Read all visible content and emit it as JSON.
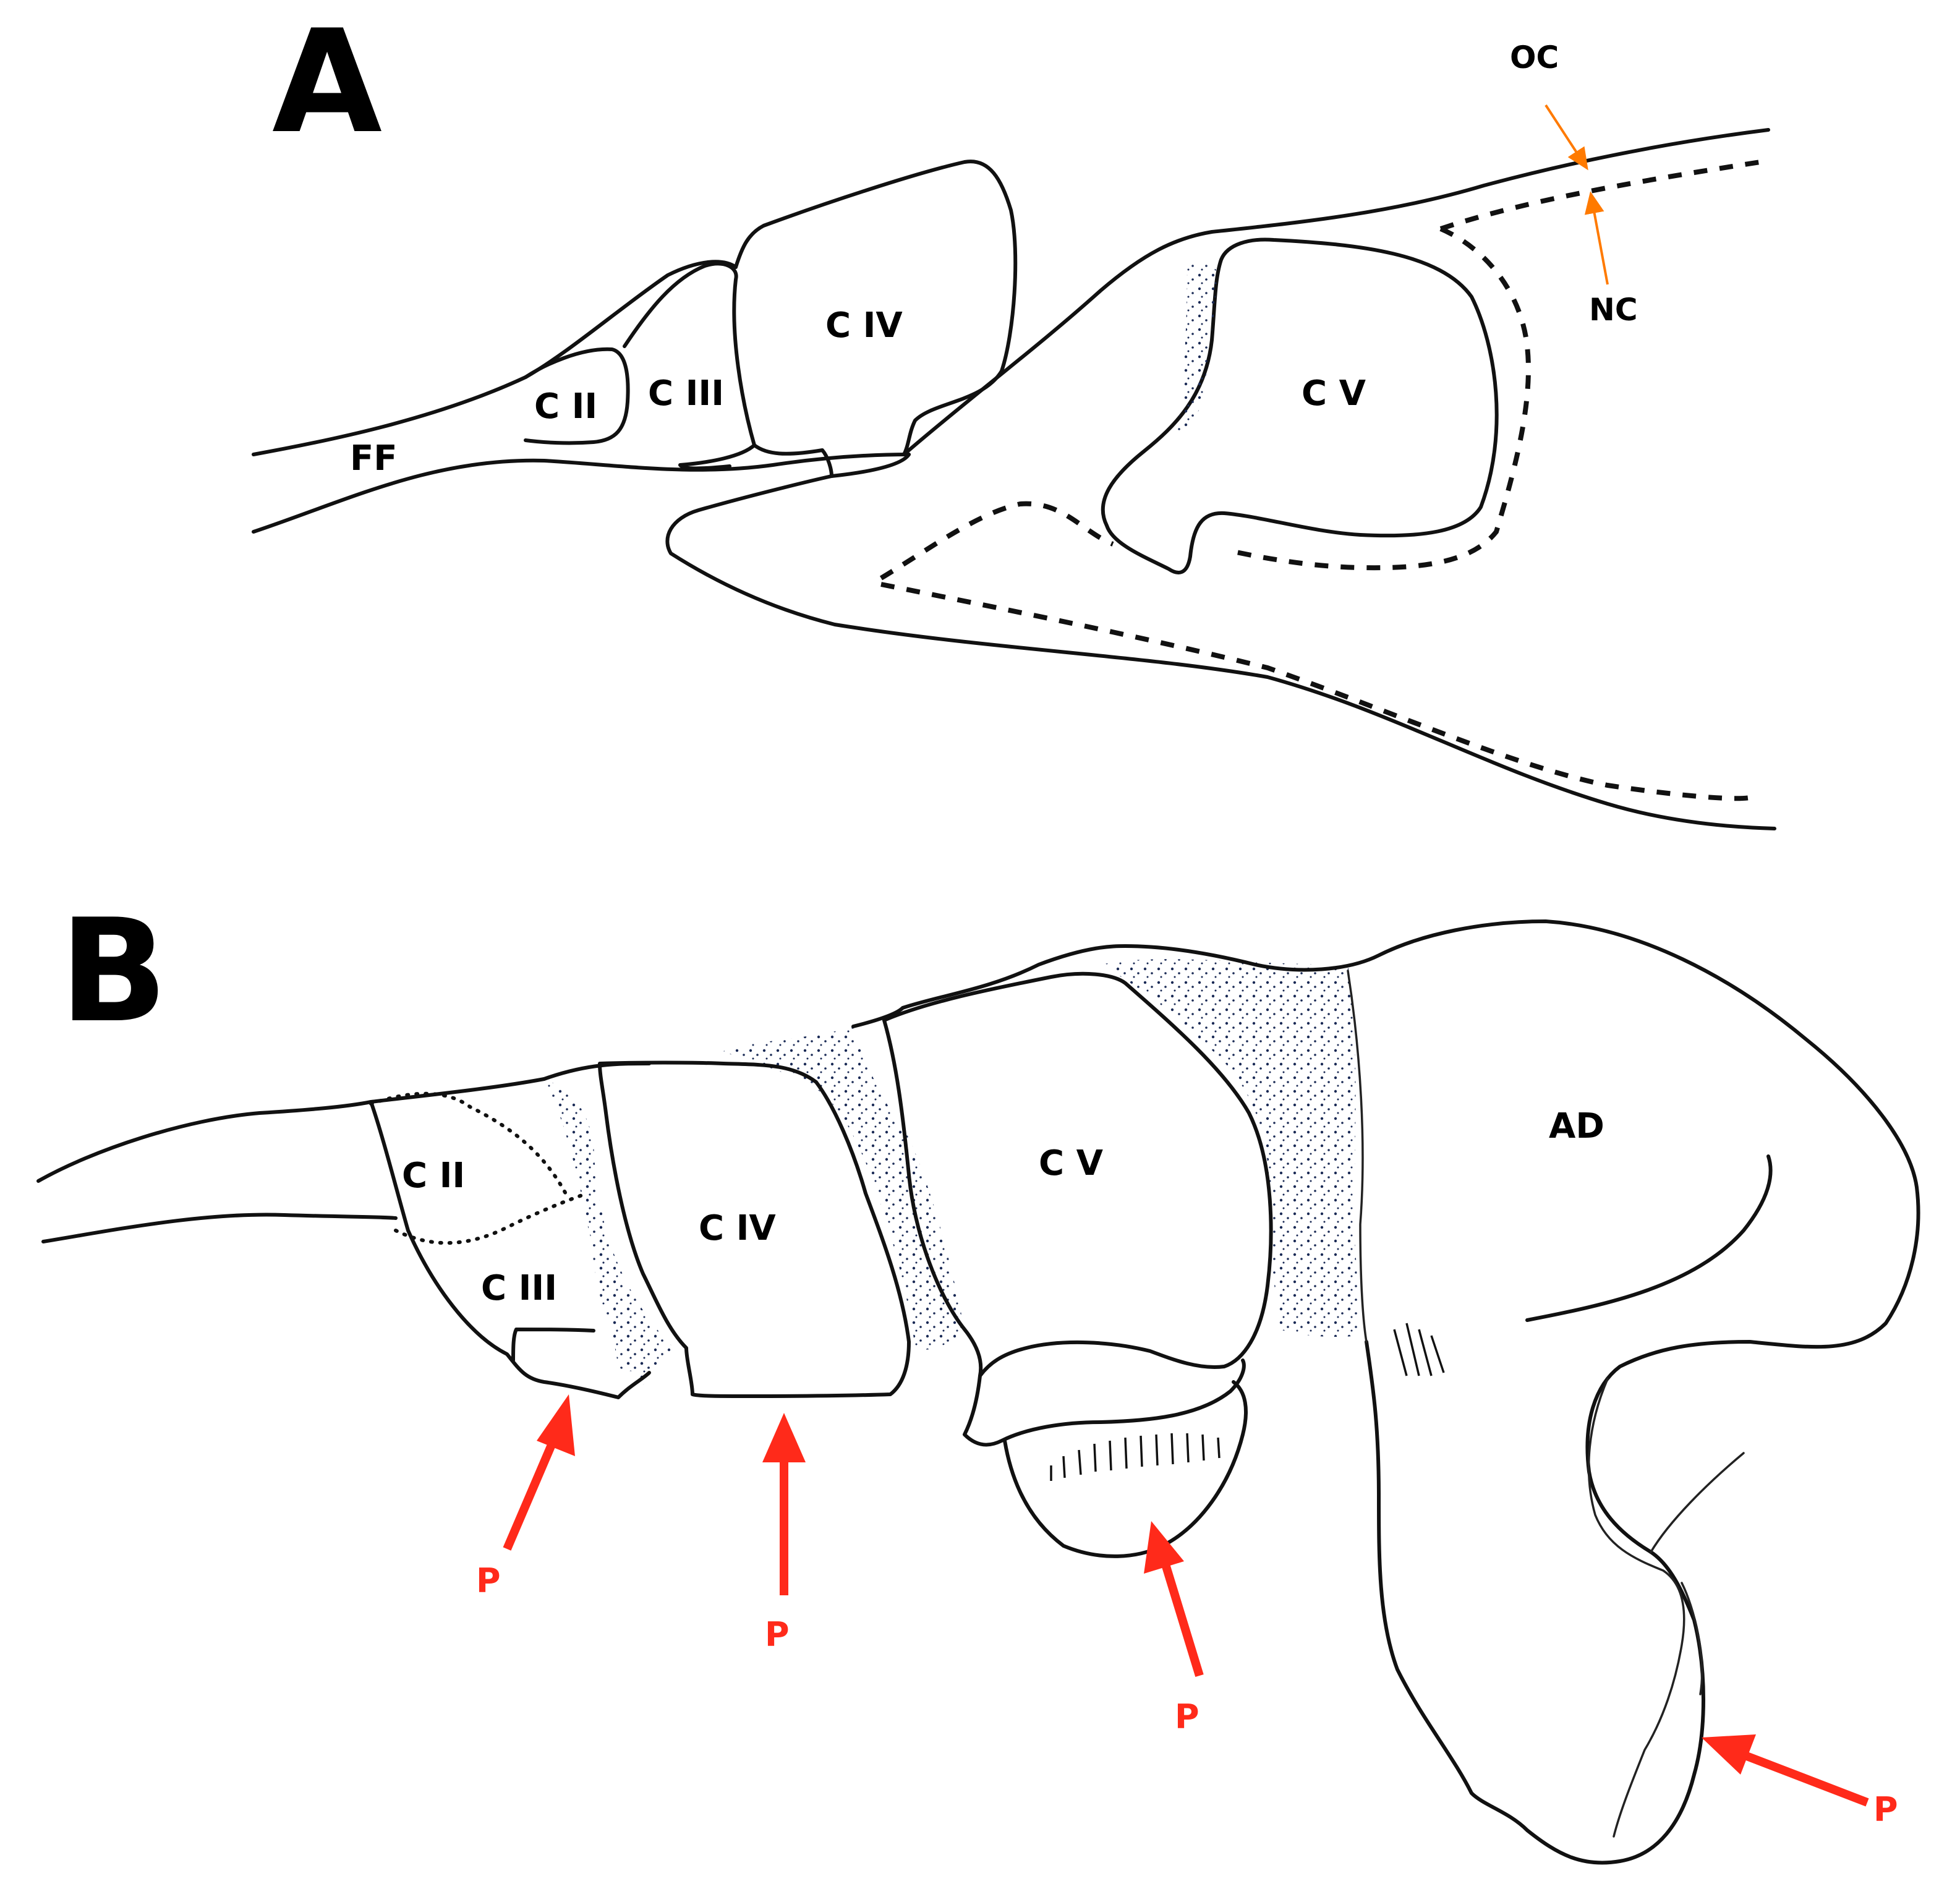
{
  "panel_a": {
    "letter": "A",
    "labels": {
      "ff": "FF",
      "c2": "C II",
      "c3": "C III",
      "c4": "C IV",
      "c5": "C V",
      "oc": "OC",
      "nc": "NC"
    }
  },
  "panel_b": {
    "letter": "B",
    "labels": {
      "c2": "C II",
      "c3": "C III",
      "c4": "C IV",
      "c5": "C V",
      "ad": "AD"
    },
    "pointer_labels": [
      "P",
      "P",
      "P",
      "P"
    ]
  },
  "colors": {
    "line": "#111111",
    "pointer_arrow": "#ff2a1a",
    "small_arrow": "#ff7a00"
  }
}
